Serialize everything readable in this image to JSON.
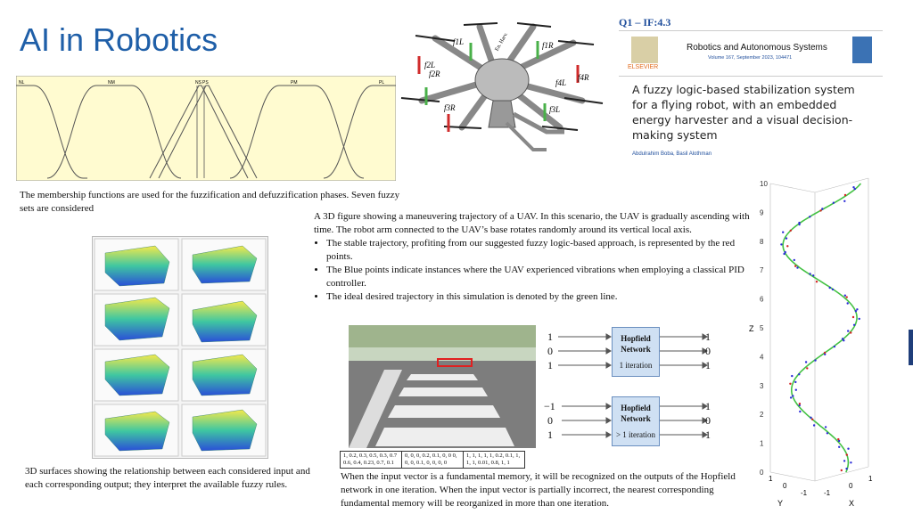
{
  "slide": {
    "title": "AI in Robotics",
    "membership_caption": "The membership functions are used for the fuzzification and defuzzification phases. Seven fuzzy sets are considered",
    "membership_labels": [
      "NL",
      "NM",
      "NS",
      "PS",
      "PM",
      "PL"
    ],
    "surfaces_caption": "3D surfaces showing the relationship between each considered input and each corresponding output; they interpret the available fuzzy rules.",
    "uav_labels": [
      "f1L",
      "f1R",
      "f2L",
      "f2R",
      "f3L",
      "f3R",
      "f4L",
      "f4R",
      "En. Harv."
    ],
    "trajectory_text": "A 3D figure showing a maneuvering trajectory of a UAV. In this scenario, the UAV is gradually ascending with time. The robot arm connected to the UAV’s base rotates randomly around its vertical local axis.",
    "trajectory_bullets": [
      "The stable trajectory, profiting from our suggested fuzzy logic-based approach, is represented by the red points.",
      "The Blue points indicate instances where the UAV experienced vibrations when employing a classical PID controller.",
      "The ideal desired trajectory in this simulation is denoted by the green line."
    ],
    "hopfield_caption": "When the input vector is a fundamental memory, it will be recognized on the outputs of the Hopfield network in one iteration. When the input vector is partially incorrect, the nearest corresponding fundamental memory will be reorganized in more than one iteration.",
    "hopfield": {
      "net1": {
        "label1": "Hopfield",
        "label2": "Network",
        "label3": "1 iteration",
        "inputs": [
          "1",
          "0",
          "1"
        ],
        "outputs": [
          "1",
          "0",
          "1"
        ]
      },
      "net2": {
        "label1": "Hopfield",
        "label2": "Network",
        "label3": "> 1 iteration",
        "inputs": [
          "−1",
          "0",
          "1"
        ],
        "outputs": [
          "1",
          "0",
          "1"
        ]
      }
    },
    "vector_cells": [
      "1, 0.2, 0.3, 0.5, 0.3, 0.7 0.6, 0.4, 0.23, 0.7, 0.1",
      "0, 0, 0, 0.2, 0.1, 0, 0 0, 0, 0, 0.1, 0, 0, 0, 0",
      "1, 1, 1, 1, 1, 0.2, 0.1, 1, 1, 1, 0.01, 0.8, 1, 1"
    ],
    "paper": {
      "q1": "Q1 – IF:4.3",
      "journal": "Robotics and Autonomous Systems",
      "volume": "Volume 167, September 2023, 104471",
      "publisher": "ELSEVIER",
      "title": "A fuzzy logic-based stabilization system for a flying robot, with an embedded energy harvester and a visual decision-making system",
      "authors": "Abdulrahim Boba, Basil Alothman"
    },
    "plot3d": {
      "z_ticks": [
        "0",
        "1",
        "2",
        "3",
        "4",
        "5",
        "6",
        "7",
        "8",
        "9",
        "10"
      ],
      "z_label": "Z",
      "x_label": "X",
      "y_label": "Y",
      "xy_ticks": [
        "1",
        "0",
        "-1",
        "-1",
        "0",
        "1"
      ]
    }
  },
  "colors": {
    "title": "#1f5fa8",
    "membership_bg": "#fffbd0",
    "hopfield_box": "#cfe0f3",
    "traj_green": "#44c244",
    "traj_blue": "#2b2bd8",
    "traj_red": "#d42222"
  }
}
